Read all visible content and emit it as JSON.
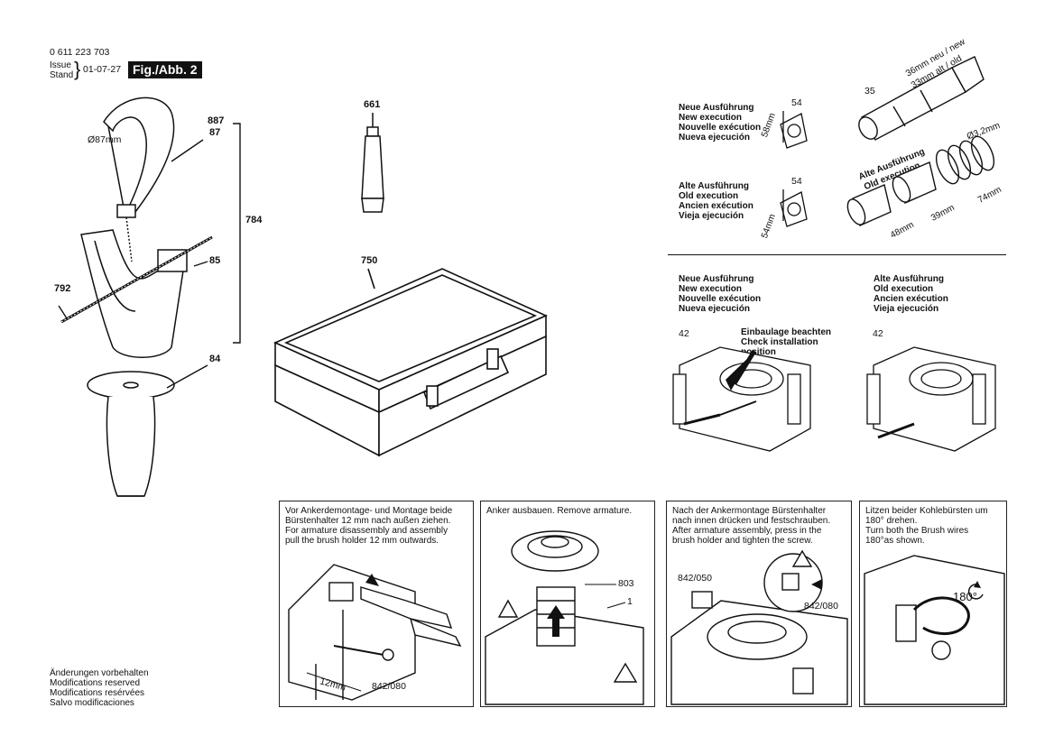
{
  "header": {
    "part_number": "0 611 223 703",
    "issue_label": "Issue",
    "stand_label": "Stand",
    "brace": "}",
    "date": "01-07-27",
    "figure_label": "Fig./Abb. 2"
  },
  "left_assembly": {
    "diameter_label": "Ø87mm",
    "callouts": [
      "887",
      "87",
      "784",
      "85",
      "792",
      "84"
    ]
  },
  "tube": {
    "callout": "661"
  },
  "case": {
    "callout": "750"
  },
  "top_right": {
    "new_label": [
      "Neue Ausführung",
      "New execution",
      "Nouvelle exécution",
      "Nueva ejecución"
    ],
    "new_part": "54",
    "new_dim": "58mm",
    "old_label": [
      "Alte Ausführung",
      "Old execution",
      "Ancien exécution",
      "Vieja ejecución"
    ],
    "old_part": "54",
    "old_dim": "54mm",
    "shaft_part": "35",
    "shaft_dims": [
      "36mm neu / new",
      "33mm alt / old"
    ],
    "spring_label": [
      "Alte Ausführung",
      "Old execution"
    ],
    "spring_dims": [
      "Ø3,2mm",
      "74mm",
      "39mm",
      "48mm"
    ]
  },
  "middle_right": {
    "new_label": [
      "Neue Ausführung",
      "New execution",
      "Nouvelle exécution",
      "Nueva ejecución"
    ],
    "old_label": [
      "Alte Ausführung",
      "Old execution",
      "Ancien exécution",
      "Vieja ejecución"
    ],
    "new_part": "42",
    "old_part": "42",
    "note": [
      "Einbaulage beachten",
      "Check installation",
      "position"
    ]
  },
  "panels": [
    {
      "text": [
        "Vor Ankerdemontage- und Montage beide",
        "Bürstenhalter 12 mm nach außen ziehen.",
        "For armature disassembly and assembly",
        "pull the brush holder 12 mm outwards."
      ],
      "labels": [
        "12mm",
        "842/080"
      ]
    },
    {
      "text": [
        "Anker ausbauen. Remove armature."
      ],
      "labels": [
        "803",
        "1"
      ]
    },
    {
      "text": [
        "Nach der Ankermontage Bürstenhalter",
        "nach innen drücken und festschrauben.",
        "After armature assembly, press in the",
        "brush holder and tighten the screw."
      ],
      "labels": [
        "842/050",
        "842/080"
      ]
    },
    {
      "text": [
        "Litzen beider Kohlebürsten um",
        "180° drehen.",
        "Turn both the Brush wires",
        "180°as shown."
      ],
      "labels": [
        "180°"
      ]
    }
  ],
  "footer": [
    "Änderungen vorbehalten",
    "Modifications reserved",
    "Modifications resérvées",
    "Salvo modificaciones"
  ]
}
